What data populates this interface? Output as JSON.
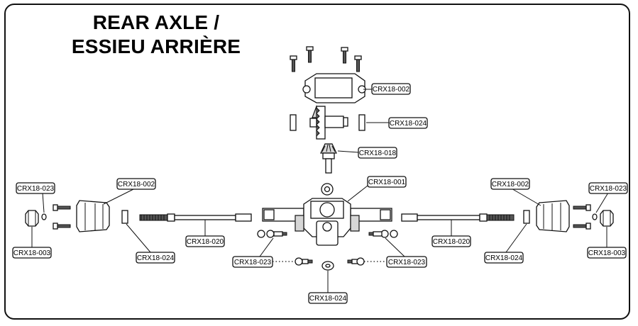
{
  "title": {
    "line1": "REAR AXLE /",
    "line2": "ESSIEU ARRIÈRE"
  },
  "labels": [
    "CRX18-002",
    "CRX18-024",
    "CRX18-018",
    "CRX18-001",
    "CRX18-023",
    "CRX18-002",
    "CRX18-002",
    "CRX18-023",
    "CRX18-003",
    "CRX18-024",
    "CRX18-020",
    "CRX18-023",
    "CRX18-023",
    "CRX18-020",
    "CRX18-024",
    "CRX18-003",
    "CRX18-024"
  ]
}
